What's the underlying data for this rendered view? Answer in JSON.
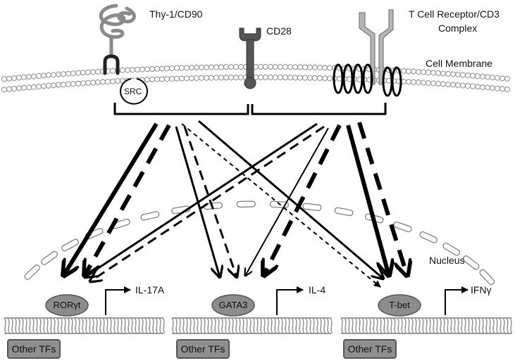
{
  "labels": {
    "thy1": "Thy-1/CD90",
    "cd28": "CD28",
    "tcr_line1": "T Cell Receptor/CD3",
    "tcr_line2": "Complex",
    "membrane": "Cell Membrane",
    "src": "SRC",
    "nucleus": "Nucleus"
  },
  "transcription_factors": [
    {
      "name": "RORγt",
      "cytokine": "IL-17A",
      "other": "Other TFs"
    },
    {
      "name": "GATA3",
      "cytokine": "IL-4",
      "other": "Other TFs"
    },
    {
      "name": "T-bet",
      "cytokine": "IFNγ",
      "other": "Other TFs"
    }
  ],
  "colors": {
    "membrane_fill": "#ffffff",
    "membrane_stroke": "#8a8a8a",
    "tf_fill": "#8c8c8c",
    "other_fill": "#8f8f8f",
    "dna": "#9a9a9a",
    "arrow": "#000000",
    "thy1_ribbon": "#8a8a8a",
    "receptor_dark": "#555555",
    "tcr_light": "#b5b5b5"
  }
}
